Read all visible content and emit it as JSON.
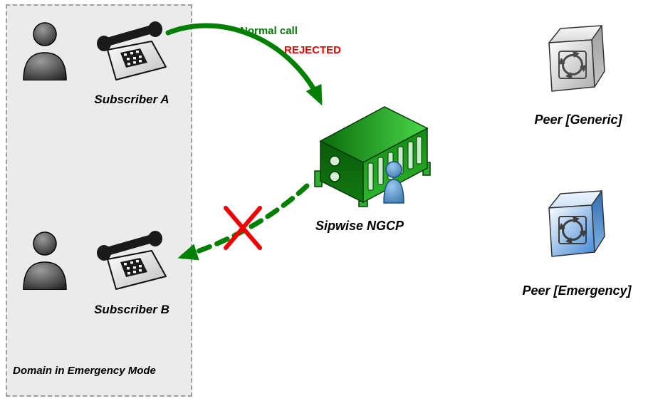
{
  "colors": {
    "arrow_green": "#008000",
    "normal_call_green": "#007a00",
    "rejected_red": "#ee0000",
    "domain_bg": "#ebebeb",
    "domain_border": "#9e9e9e"
  },
  "domain": {
    "label": "Domain in Emergency Mode",
    "subscribers": {
      "a": {
        "label": "Subscriber A"
      },
      "b": {
        "label": "Subscriber B"
      }
    }
  },
  "server": {
    "label": "Sipwise NGCP"
  },
  "flow": {
    "normal_call_label": "Normal call",
    "rejected_label": "REJECTED"
  },
  "peers": {
    "generic": {
      "label": "Peer [Generic]"
    },
    "emergency": {
      "label": "Peer [Emergency]"
    }
  },
  "icons": {
    "subscriber_person": "person-silhouette",
    "subscriber_phone": "desk-telephone",
    "server": "green-rack-server",
    "server_user": "blue-person",
    "peer_generic": "gray-relay-cube",
    "peer_emergency": "blue-relay-cube",
    "rejected_cross": "red-x"
  }
}
